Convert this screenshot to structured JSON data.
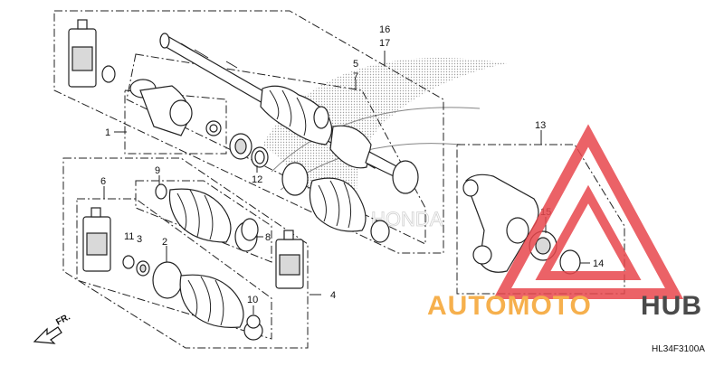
{
  "diagram": {
    "callouts": {
      "p1": "1",
      "p2": "2",
      "p3": "3",
      "p4": "4",
      "p5": "5",
      "p6": "6",
      "p7": "7",
      "p8": "8",
      "p9": "9",
      "p10": "10",
      "p11": "11",
      "p12": "12",
      "p13": "13",
      "p14": "14",
      "p15": "15",
      "p16": "16",
      "p17": "17"
    },
    "direction_label": "FR.",
    "diagram_code": "HL34F3100A",
    "background_logo_text": "HONDA"
  },
  "watermark": {
    "part_a": "AUTOMOTO",
    "part_b": "HUB",
    "color_a": "#f6b04d",
    "color_b": "#4a4a4a",
    "triangle_color": "#e8474c"
  }
}
